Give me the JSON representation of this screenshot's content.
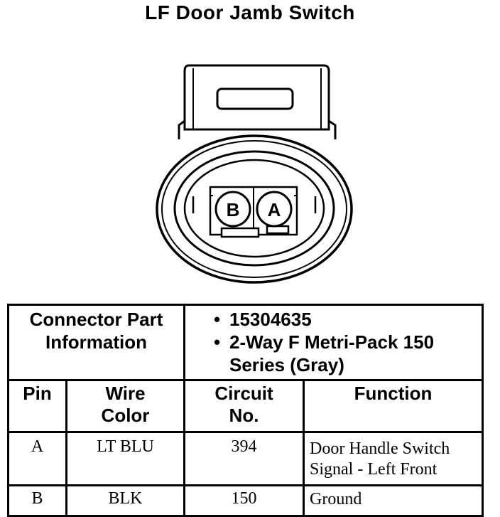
{
  "title": "LF Door Jamb Switch",
  "connector": {
    "cavity_b": "B",
    "cavity_a": "A"
  },
  "info": {
    "label_line1": "Connector Part",
    "label_line2": "Information",
    "bullet": "•",
    "part_number": "15304635",
    "description_line1": "2-Way F Metri-Pack 150",
    "description_line2": "Series (Gray)"
  },
  "headers": {
    "pin": "Pin",
    "wire_color_line1": "Wire",
    "wire_color_line2": "Color",
    "circuit_line1": "Circuit",
    "circuit_line2": "No.",
    "function": "Function"
  },
  "rows": [
    {
      "pin": "A",
      "wire_color": "LT BLU",
      "circuit": "394",
      "function_line1": "Door Handle Switch",
      "function_line2": "Signal - Left Front"
    },
    {
      "pin": "B",
      "wire_color": "BLK",
      "circuit": "150",
      "function_line1": "Ground",
      "function_line2": ""
    }
  ]
}
